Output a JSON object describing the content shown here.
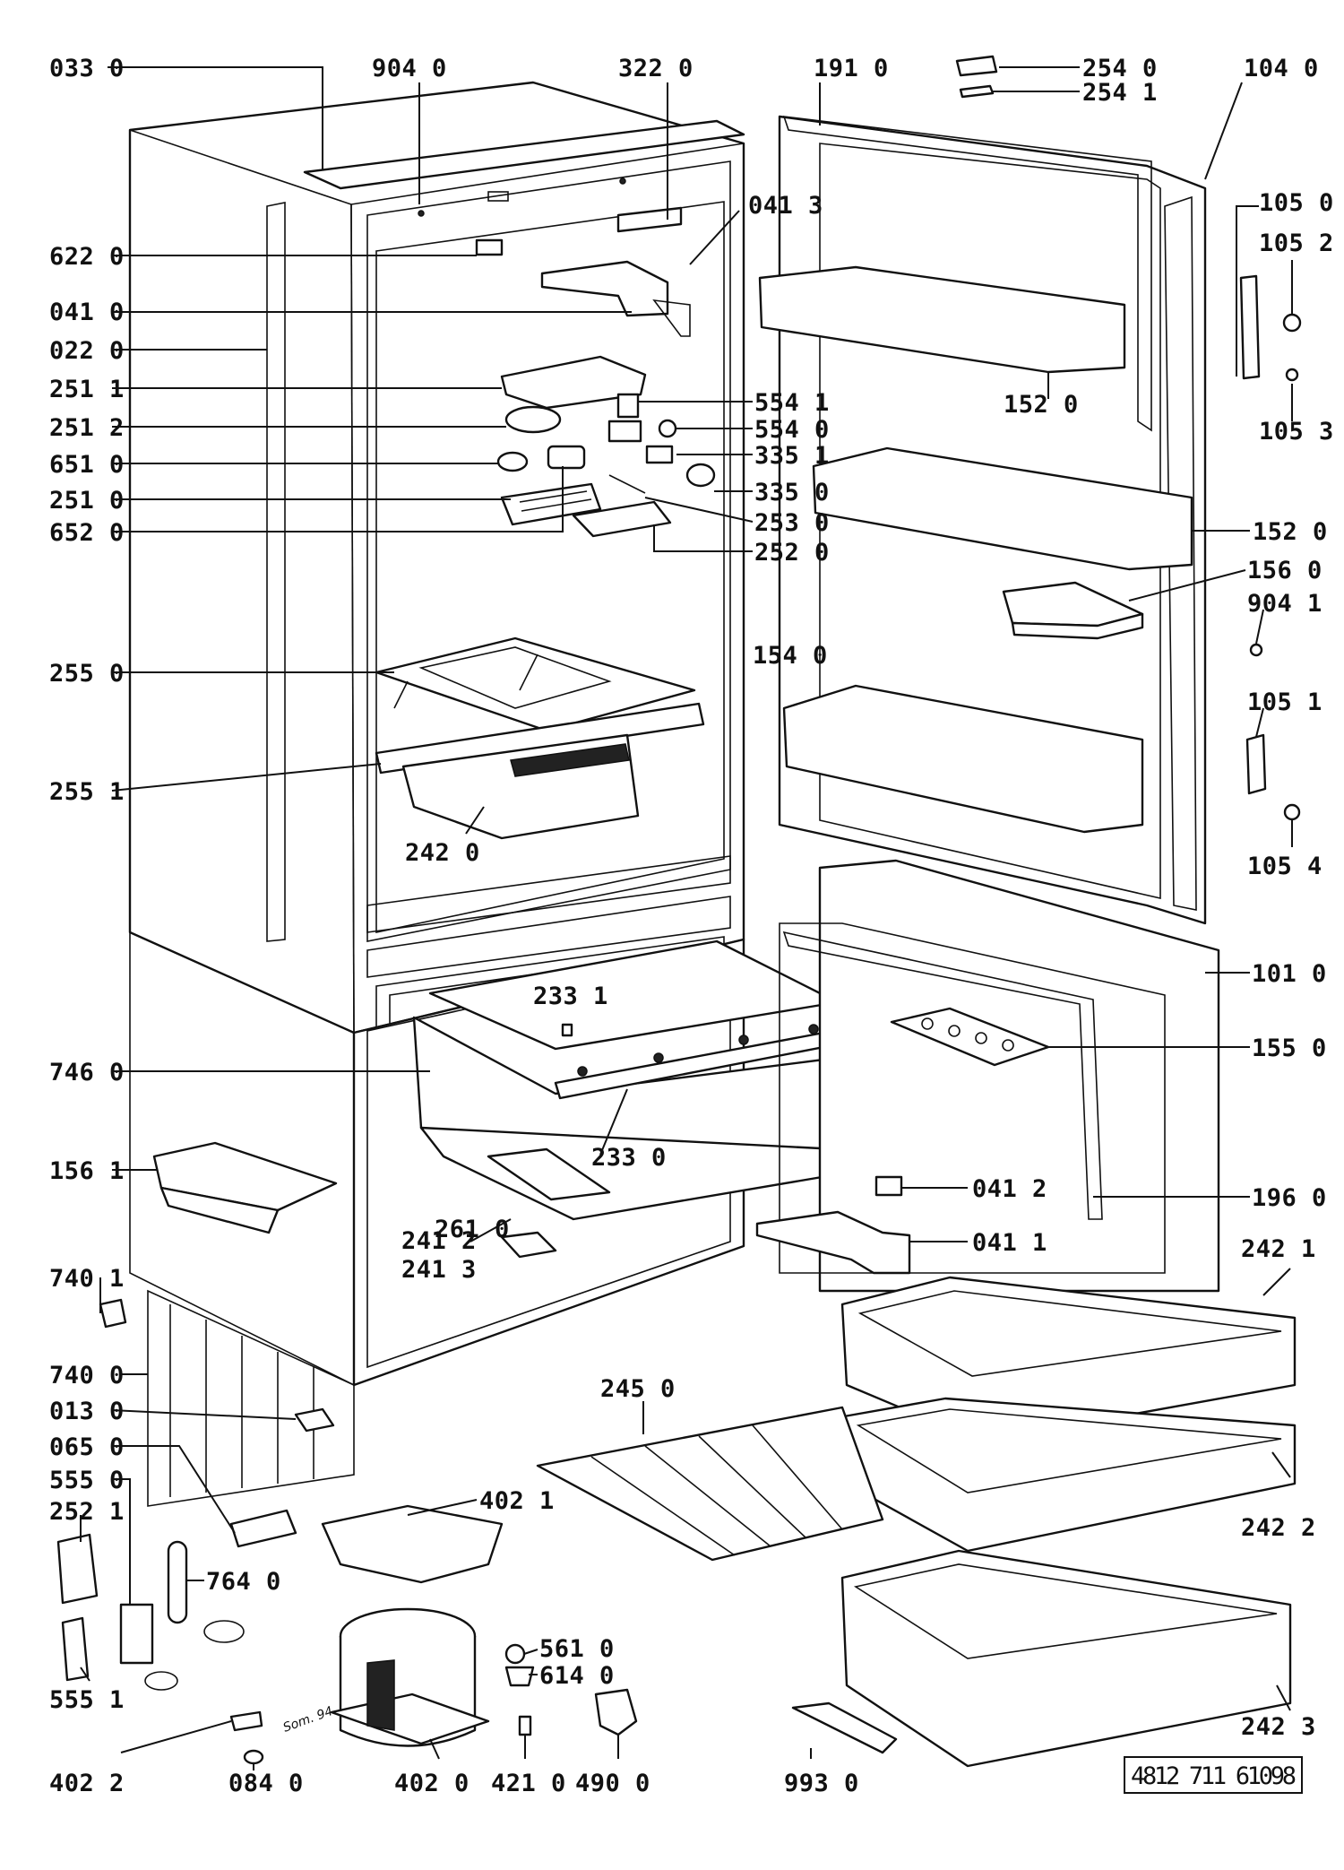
{
  "diagram": {
    "document_ref": "4812 711 61098",
    "handwritten_note": "Som. 94",
    "labels": {
      "l_0330": "033 0",
      "l_9040": "904 0",
      "l_3220": "322 0",
      "l_1910": "191 0",
      "l_2540": "254 0",
      "l_2541": "254 1",
      "l_1040": "104 0",
      "l_1050": "105 0",
      "l_1052": "105 2",
      "l_1053": "105 3",
      "l_0413": "041 3",
      "l_6220": "622 0",
      "l_0410": "041 0",
      "l_0220": "022 0",
      "l_2511": "251 1",
      "l_2512": "251 2",
      "l_6510": "651 0",
      "l_2510": "251 0",
      "l_6520": "652 0",
      "l_5541": "554 1",
      "l_5540": "554 0",
      "l_3351": "335 1",
      "l_3350": "335 0",
      "l_2530": "253 0",
      "l_2520": "252 0",
      "l_1520a": "152 0",
      "l_1520b": "152 0",
      "l_1560": "156 0",
      "l_9041": "904 1",
      "l_1540": "154 0",
      "l_2550": "255 0",
      "l_2551": "255 1",
      "l_2420": "242 0",
      "l_1051": "105 1",
      "l_1054": "105 4",
      "l_2331": "233 1",
      "l_1010": "101 0",
      "l_7460": "746 0",
      "l_1550": "155 0",
      "l_2330": "233 0",
      "l_1561": "156 1",
      "l_0412": "041 2",
      "l_1960": "196 0",
      "l_2610": "261 0",
      "l_0411": "041 1",
      "l_2412": "241 2",
      "l_2413": "241 3",
      "l_2421": "242 1",
      "l_7401": "740 1",
      "l_7400": "740 0",
      "l_0130": "013 0",
      "l_2450": "245 0",
      "l_0650": "065 0",
      "l_5550": "555 0",
      "l_4021": "402 1",
      "l_2521": "252 1",
      "l_2422": "242 2",
      "l_7640": "764 0",
      "l_5610": "561 0",
      "l_6140": "614 0",
      "l_5551": "555 1",
      "l_2423": "242 3",
      "l_4022": "402 2",
      "l_0840": "084 0",
      "l_4020": "402 0",
      "l_4210": "421 0",
      "l_4900": "490 0",
      "l_9930": "993 0"
    }
  }
}
